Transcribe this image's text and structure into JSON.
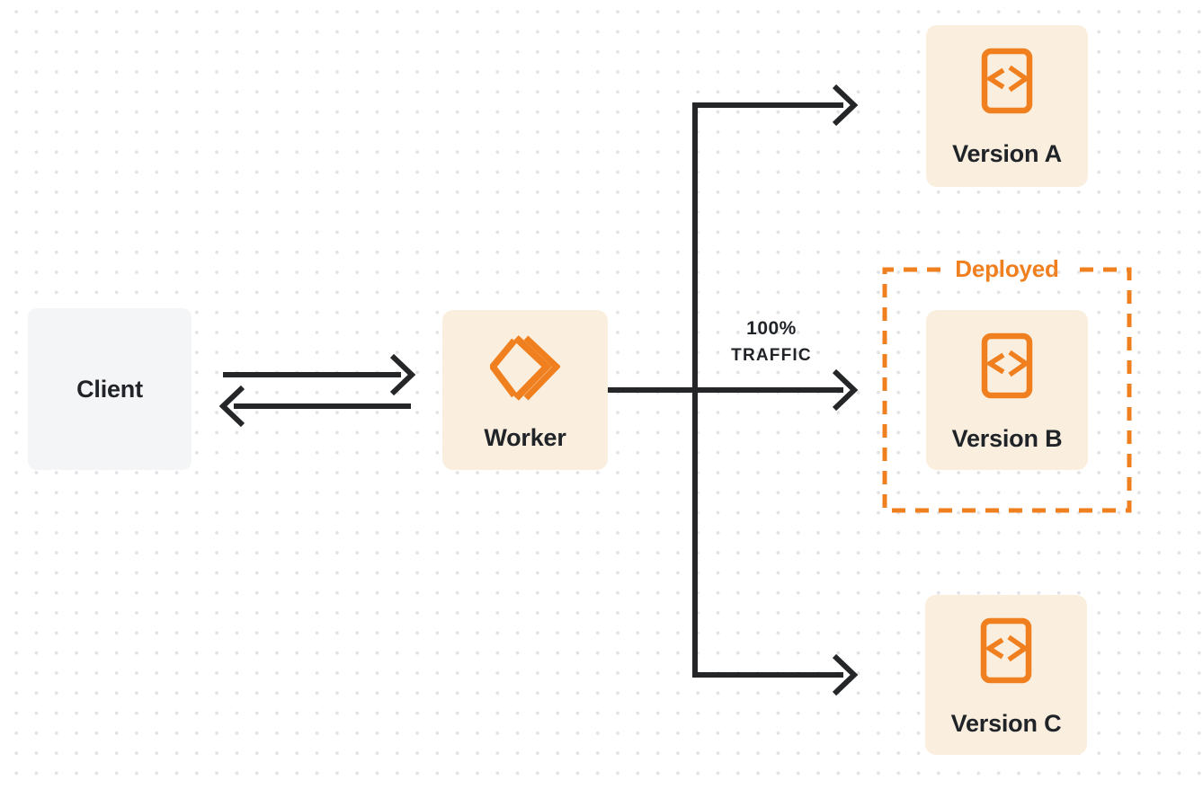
{
  "colors": {
    "canvas_bg": "#FFFFFF",
    "dot_grid": "#E3E3E6",
    "accent": "#F0801F",
    "panel_cream": "#FAEFDF",
    "panel_gray": "#F4F5F6",
    "text_dark": "#202327",
    "arrow_dark": "#242628"
  },
  "nodes": {
    "client": {
      "label": "Client"
    },
    "worker": {
      "label": "Worker",
      "icon": "workers-logo-icon"
    },
    "version_a": {
      "label": "Version A",
      "icon": "code-file-icon"
    },
    "version_b": {
      "label": "Version B",
      "icon": "code-file-icon"
    },
    "version_c": {
      "label": "Version C",
      "icon": "code-file-icon"
    }
  },
  "annotations": {
    "deployed": {
      "label": "Deployed"
    },
    "traffic": {
      "line1": "100%",
      "line2": "TRAFFIC"
    }
  }
}
